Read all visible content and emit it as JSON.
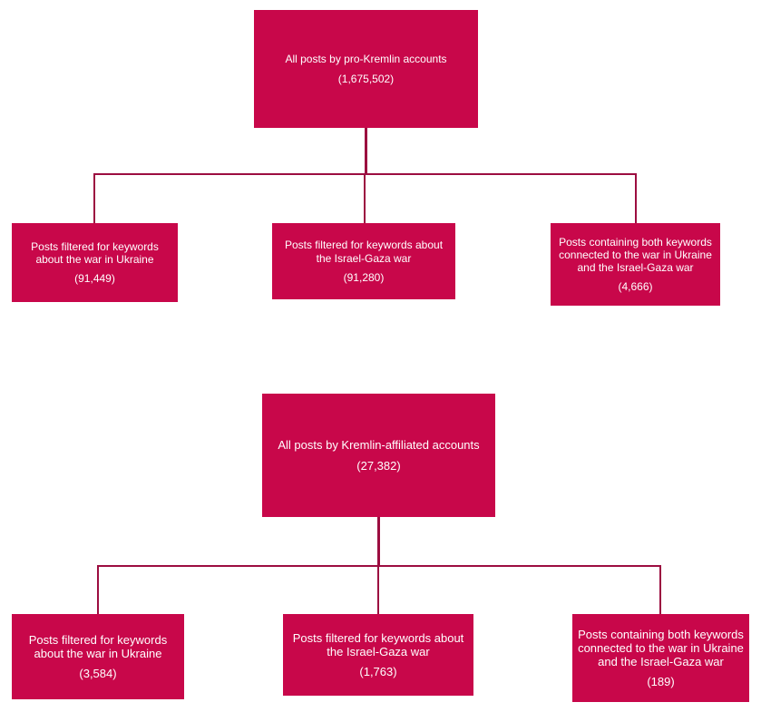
{
  "colors": {
    "box": "#c8074a",
    "connector": "#9c0d40",
    "text": "#ffffff",
    "background": "#ffffff"
  },
  "diagram1": {
    "root": {
      "title": "All posts by pro-Kremlin accounts",
      "count": "(1,675,502)"
    },
    "children": [
      {
        "title": "Posts filtered for keywords about the war in Ukraine",
        "count": "(91,449)"
      },
      {
        "title": "Posts filtered for keywords about the Israel-Gaza war",
        "count": "(91,280)"
      },
      {
        "title": "Posts containing both keywords connected to the war in Ukraine and the Israel-Gaza war",
        "count": "(4,666)"
      }
    ]
  },
  "diagram2": {
    "root": {
      "title": "All posts by Kremlin-affiliated accounts",
      "count": "(27,382)"
    },
    "children": [
      {
        "title": "Posts filtered for keywords about the war in Ukraine",
        "count": "(3,584)"
      },
      {
        "title": "Posts filtered for keywords about the Israel-Gaza war",
        "count": "(1,763)"
      },
      {
        "title": "Posts containing both keywords connected to the war in Ukraine and the Israel-Gaza war",
        "count": "(189)"
      }
    ]
  }
}
